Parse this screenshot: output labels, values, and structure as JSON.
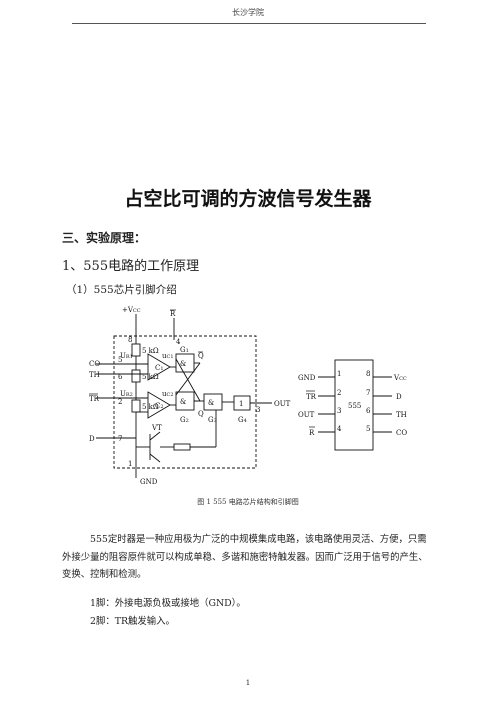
{
  "header": {
    "text": "长沙学院"
  },
  "title": "占空比可调的方波信号发生器",
  "section_heading": "三、实验原理：",
  "subsection_1": "1、555电路的工作原理",
  "subsection_2": "（1）555芯片引脚介绍",
  "figure": {
    "caption": "图 1 555 电路芯片结构和引脚图",
    "circuit_labels": {
      "vcc": "+V",
      "vcc_sub": "CC",
      "reset": "R",
      "reset_pin": "4",
      "r1": "5 kΩ",
      "r2": "5 kΩ",
      "r3": "5 kΩ",
      "pin8": "8",
      "pin5": "5",
      "pin6": "6",
      "pin2": "2",
      "pin7": "7",
      "pin1": "1",
      "pin3": "3",
      "co": "CO",
      "th": "TH",
      "tr": "TR",
      "d": "D",
      "ur1": "U",
      "ur1_sub": "R1",
      "ur2": "U",
      "ur2_sub": "R2",
      "c1": "C",
      "c1_sub": "1",
      "c2": "C",
      "c2_sub": "2",
      "g1": "G",
      "g1_sub": "1",
      "g2": "G",
      "g2_sub": "2",
      "g3": "G",
      "g3_sub": "3",
      "g4": "G",
      "g4_sub": "4",
      "q": "Q",
      "qbar": "Q",
      "and": "&",
      "one": "1",
      "vt": "VT",
      "out": "OUT",
      "gnd": "GND",
      "uc1": "u",
      "uc1_sub": "C1",
      "uc2": "u",
      "uc2_sub": "C2"
    },
    "pinout": {
      "chip_label": "555",
      "left": [
        {
          "name": "GND",
          "num": "1"
        },
        {
          "name": "TR",
          "num": "2"
        },
        {
          "name": "OUT",
          "num": "3"
        },
        {
          "name": "R",
          "num": "4"
        }
      ],
      "right": [
        {
          "name": "V",
          "sub": "CC",
          "num": "8"
        },
        {
          "name": "D",
          "num": "7"
        },
        {
          "name": "TH",
          "num": "6"
        },
        {
          "name": "CO",
          "num": "5"
        }
      ]
    }
  },
  "paragraph": "555定时器是一种应用极为广泛的中规模集成电路，该电路使用灵活、方便，只需外接少量的阻容原件就可以构成单稳、多谐和施密特触发器。因而广泛用于信号的产生、变换、控制和检测。",
  "pins": [
    "1脚：外接电源负极或接地（GND）。",
    "2脚：TR触发输入。"
  ],
  "page_number": "1"
}
